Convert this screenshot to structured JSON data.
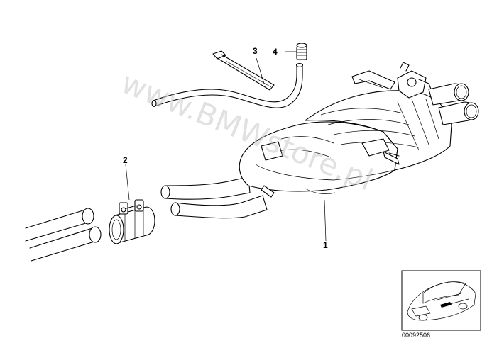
{
  "diagram": {
    "callouts": [
      {
        "id": "1",
        "label": "1"
      },
      {
        "id": "2",
        "label": "2"
      },
      {
        "id": "3",
        "label": "3"
      },
      {
        "id": "4",
        "label": "4"
      }
    ],
    "watermark": "www.BMWstore.pl",
    "reference_number": "00092506"
  }
}
